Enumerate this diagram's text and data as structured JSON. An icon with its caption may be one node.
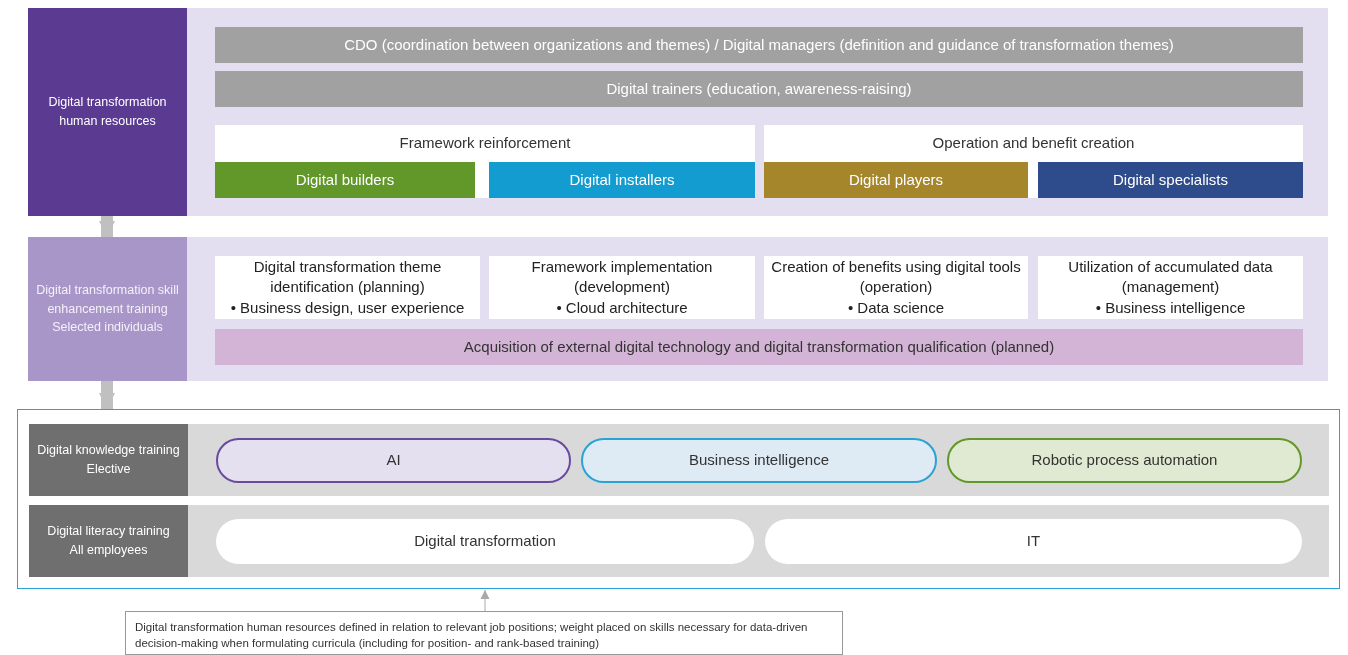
{
  "diagram": {
    "nodes": [
      {
        "text": [
          "Digital transformation human resources"
        ]
      },
      {
        "text": [
          "CDO (coordination between organizations and themes) / Digital managers (definition and guidance of transformation themes)"
        ],
        "in": 0
      },
      {
        "text": [
          "Digital trainers (education, awareness-raising)"
        ],
        "in": 0
      },
      {
        "text": [
          "Framework reinforcement"
        ],
        "in": 0
      },
      {
        "text": [
          "Digital builders"
        ],
        "in": 3
      },
      {
        "text": [
          "Digital installers"
        ],
        "in": 3
      },
      {
        "text": [
          "Operation and benefit creation"
        ],
        "in": 0
      },
      {
        "text": [
          "Digital players"
        ],
        "in": 6
      },
      {
        "text": [
          "Digital specialists"
        ],
        "in": 6
      },
      {
        "text": [
          "Digital transformation skill enhancement training",
          "Selected individuals"
        ]
      },
      {
        "text": [
          "Digital transformation theme identification (planning)",
          "• Business design, user experience"
        ],
        "in": 9
      },
      {
        "text": [
          "Framework implementation (development)",
          "• Cloud architecture"
        ],
        "in": 9
      },
      {
        "text": [
          "Creation of benefits using digital tools (operation)",
          "• Data science"
        ],
        "in": 9
      },
      {
        "text": [
          "Utilization of accumulated data (management)",
          "• Business intelligence"
        ],
        "in": 9
      },
      {
        "text": [
          "Acquisition of external digital technology and digital transformation qualification (planned)"
        ],
        "in": 9
      },
      {
        "text": [],
        "shape": "box"
      },
      {
        "text": [
          "Digital knowledge training",
          "Elective"
        ],
        "in": 15
      },
      {
        "text": [
          "AI"
        ],
        "in": 16
      },
      {
        "text": [
          "Business intelligence"
        ],
        "in": 16
      },
      {
        "text": [
          "Robotic process automation"
        ],
        "in": 16
      },
      {
        "text": [
          "Digital literacy training",
          "All employees"
        ],
        "in": 15
      },
      {
        "text": [
          "Digital transformation"
        ],
        "in": 20
      },
      {
        "text": [
          "IT"
        ],
        "in": 20
      },
      {
        "text": [
          "Digital transformation human resources defined in relation to relevant job positions; weight placed on skills necessary for data-driven decision-making when formulating curricula (including for position- and rank-based training)"
        ]
      }
    ],
    "edges": [
      {
        "from": 0,
        "to": 9,
        "arrow": "to"
      },
      {
        "from": 9,
        "to": 15,
        "arrow": "to"
      },
      {
        "from": 23,
        "to": 15,
        "arrow": "to",
        "color": "#aaaaaa"
      }
    ]
  }
}
